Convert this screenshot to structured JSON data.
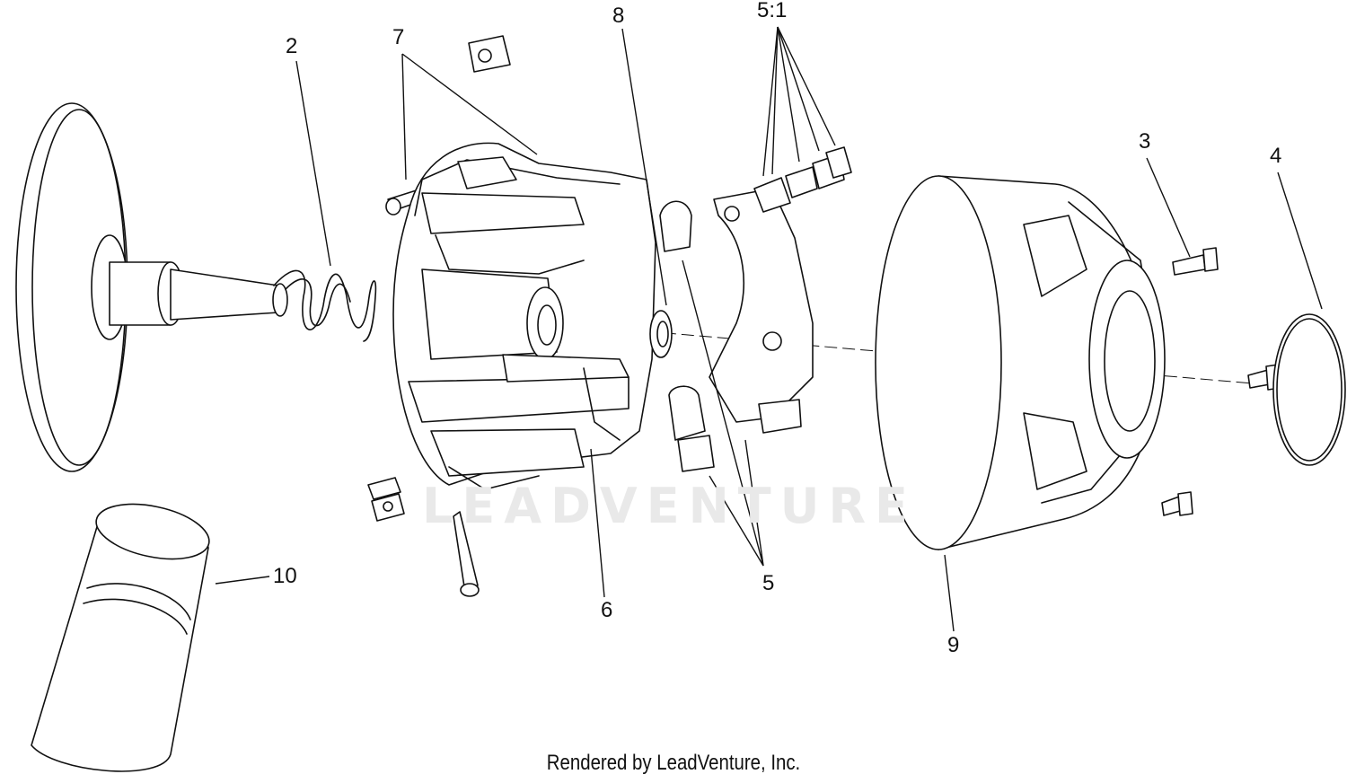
{
  "callouts": {
    "c2": "2",
    "c7": "7",
    "c8": "8",
    "c51": "5:1",
    "c3": "3",
    "c4": "4",
    "c10": "10",
    "c6": "6",
    "c5": "5",
    "c9": "9"
  },
  "watermark": "LEADVENTURE",
  "footer": "Rendered by LeadVenture, Inc."
}
